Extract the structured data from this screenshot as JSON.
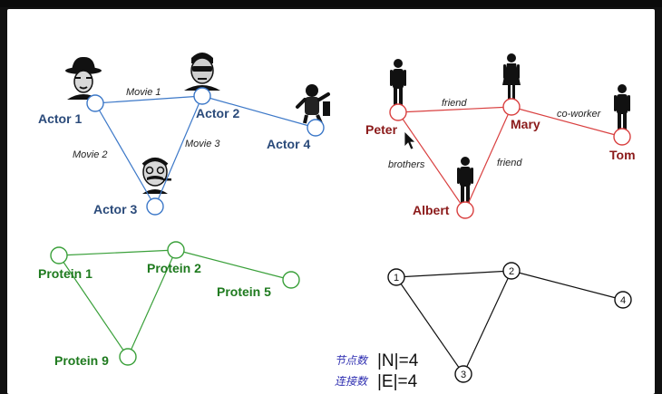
{
  "colors": {
    "actor": "#2a4a7a",
    "actor_edge": "#3c78c8",
    "people": "#8b1a1a",
    "people_edge": "#d94040",
    "protein": "#1e7a1e",
    "protein_edge": "#3aa03a",
    "graph": "#111111",
    "handwriting": "#2c2cb0"
  },
  "actors": {
    "nodes": [
      {
        "id": "a1",
        "label": "Actor 1"
      },
      {
        "id": "a2",
        "label": "Actor 2"
      },
      {
        "id": "a3",
        "label": "Actor 3"
      },
      {
        "id": "a4",
        "label": "Actor 4"
      }
    ],
    "edges": [
      {
        "from": "a1",
        "to": "a2",
        "label": "Movie 1"
      },
      {
        "from": "a1",
        "to": "a3",
        "label": "Movie 2"
      },
      {
        "from": "a2",
        "to": "a3",
        "label": "Movie 3"
      },
      {
        "from": "a2",
        "to": "a4",
        "label": ""
      }
    ]
  },
  "people": {
    "nodes": [
      {
        "id": "p1",
        "label": "Peter",
        "icon": "man-icon"
      },
      {
        "id": "p2",
        "label": "Mary",
        "icon": "woman-icon"
      },
      {
        "id": "p3",
        "label": "Tom",
        "icon": "man-icon"
      },
      {
        "id": "p4",
        "label": "Albert",
        "icon": "man-icon"
      }
    ],
    "edges": [
      {
        "from": "p1",
        "to": "p2",
        "label": "friend"
      },
      {
        "from": "p2",
        "to": "p3",
        "label": "co-worker"
      },
      {
        "from": "p1",
        "to": "p4",
        "label": "brothers"
      },
      {
        "from": "p2",
        "to": "p4",
        "label": "friend"
      }
    ]
  },
  "proteins": {
    "nodes": [
      {
        "id": "r1",
        "label": "Protein 1"
      },
      {
        "id": "r2",
        "label": "Protein 2"
      },
      {
        "id": "r5",
        "label": "Protein 5"
      },
      {
        "id": "r9",
        "label": "Protein 9"
      }
    ],
    "edges": [
      {
        "from": "r1",
        "to": "r2"
      },
      {
        "from": "r2",
        "to": "r5"
      },
      {
        "from": "r1",
        "to": "r9"
      },
      {
        "from": "r2",
        "to": "r9"
      }
    ]
  },
  "abstract": {
    "nodes": [
      {
        "id": "n1",
        "label": "1"
      },
      {
        "id": "n2",
        "label": "2"
      },
      {
        "id": "n3",
        "label": "3"
      },
      {
        "id": "n4",
        "label": "4"
      }
    ],
    "edges": [
      {
        "from": "n1",
        "to": "n2"
      },
      {
        "from": "n2",
        "to": "n4"
      },
      {
        "from": "n1",
        "to": "n3"
      },
      {
        "from": "n2",
        "to": "n3"
      }
    ]
  },
  "formulas": [
    {
      "note": "节点数",
      "text": "|N|=4"
    },
    {
      "note": "连接数",
      "text": "|E|=4"
    }
  ]
}
